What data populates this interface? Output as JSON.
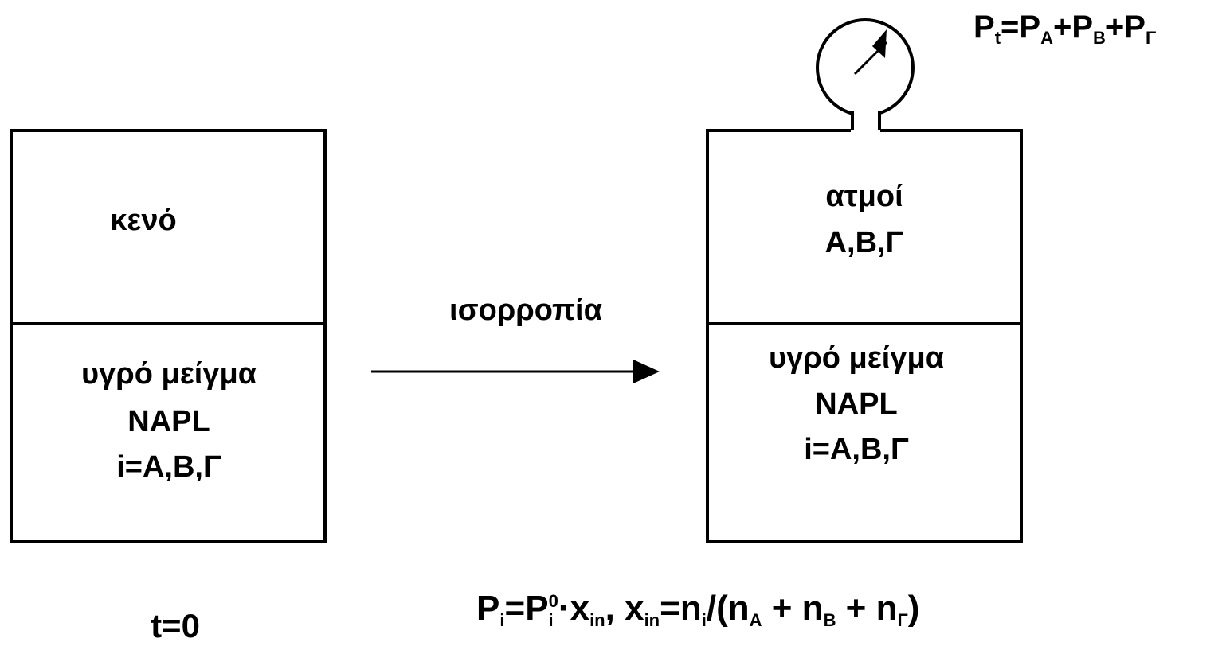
{
  "left_container": {
    "top_label": "κενό",
    "bottom_line1": "υγρό μείγμα",
    "bottom_line2": "NAPL",
    "bottom_line3": "i=A,B,Γ"
  },
  "right_container": {
    "top_line1": "ατμοί",
    "top_line2": "A,B,Γ",
    "bottom_line1": "υγρό μείγμα",
    "bottom_line2": "NAPL",
    "bottom_line3": "i=A,B,Γ"
  },
  "arrow_label": "ισορροπία",
  "time_label": "t=0",
  "total_pressure_eq": {
    "P": "P",
    "t": "t",
    "eq": "=",
    "A": "A",
    "B": "B",
    "G": "Γ",
    "plus": "+"
  },
  "raoult_eq": {
    "P": "P",
    "i": "i",
    "eq": "=",
    "zero": "0",
    "dot": "·",
    "x": "x",
    "in": "in",
    "comma": ", ",
    "n": "n",
    "slash": "/(",
    "A": "A",
    "B": "B",
    "G": "Γ",
    "plus": " + ",
    "close": ")"
  }
}
